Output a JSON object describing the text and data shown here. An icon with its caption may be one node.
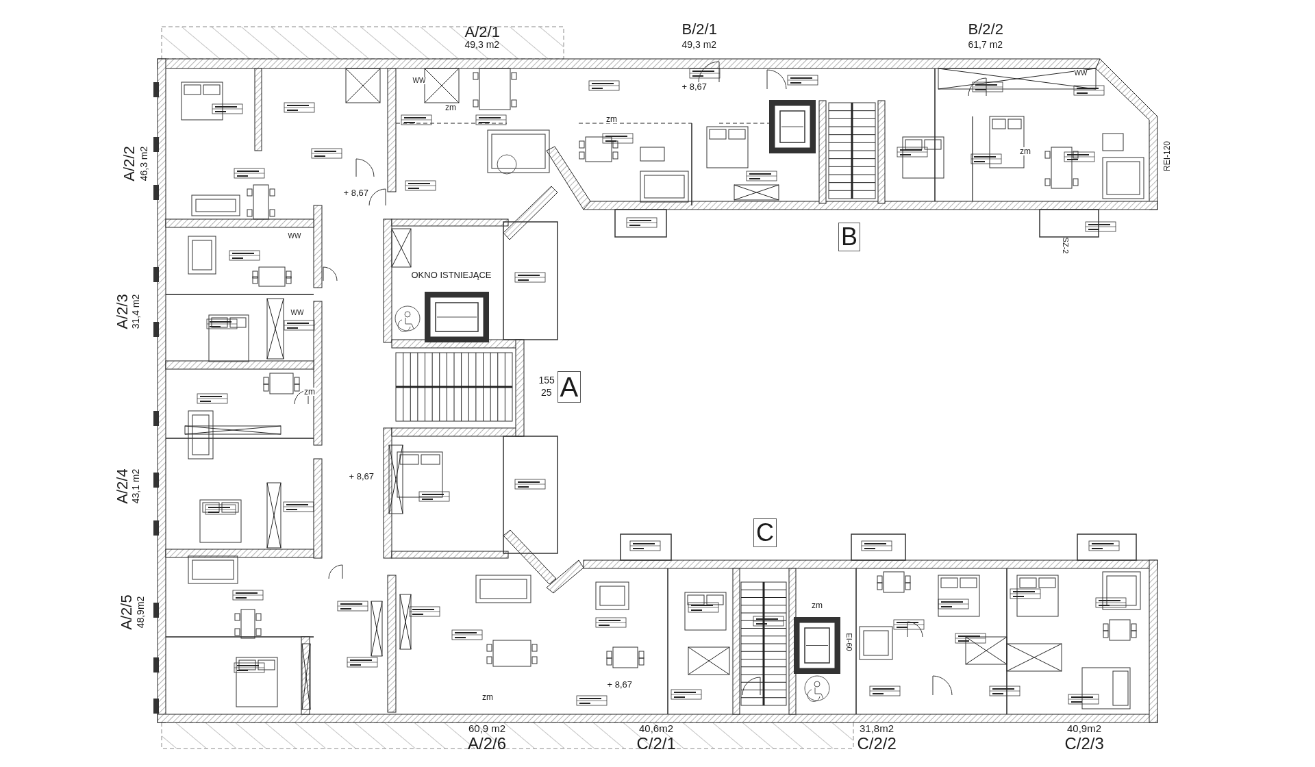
{
  "diagram": {
    "labels": [
      "A/2/1",
      "49,3 m2",
      "B/2/1",
      "49,3 m2",
      "B/2/2",
      "61,7 m2",
      "WW",
      "WW",
      "zm",
      "+ 8,67",
      "zm",
      "A/2/2",
      "46,3 m2",
      "zm",
      "REI-120",
      "+ 8,67",
      "B",
      "SZ-2",
      "WW",
      "OKNO ISTNIEJĄCE",
      "A/2/3",
      "31,4 m2",
      "WW",
      "zm",
      "155",
      "A",
      "25",
      "A/2/4",
      "43,1 m2",
      "+ 8,67",
      "C",
      "A/2/5",
      "48,9m2",
      "zm",
      "EI-60",
      "zm",
      "+ 8,67",
      "60,9 m2",
      "A/2/6",
      "40,6m2",
      "C/2/1",
      "31,8m2",
      "C/2/2",
      "40,9m2",
      "C/2/3"
    ]
  }
}
